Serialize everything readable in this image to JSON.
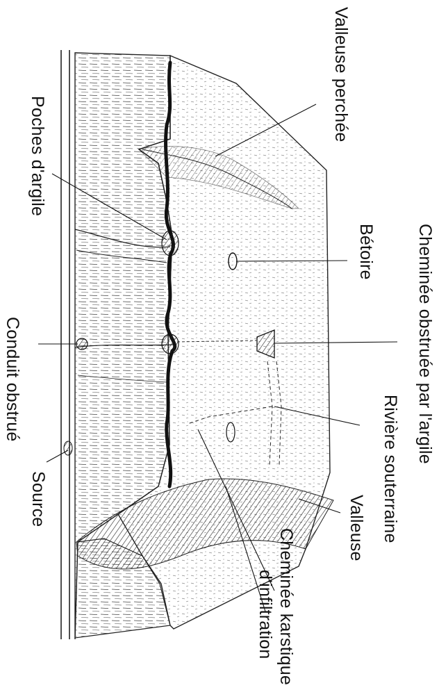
{
  "labels": {
    "valleuse_perchee": "Valleuse perchée",
    "poches_argile": "Poches d'argile",
    "betoire": "Bétoire",
    "cheminee_obstruee": "Cheminée obstruée par l'argile",
    "conduit_obstrue": "Conduit obstrué",
    "riviere_souterraine": "Rivière souterraine",
    "valleuse": "Valleuse",
    "source": "Source",
    "cheminee_karstique": "Cheminée karstique",
    "infiltration": "d'infiltration"
  },
  "colors": {
    "ink": "#1a1a1a",
    "paper": "#ffffff"
  }
}
